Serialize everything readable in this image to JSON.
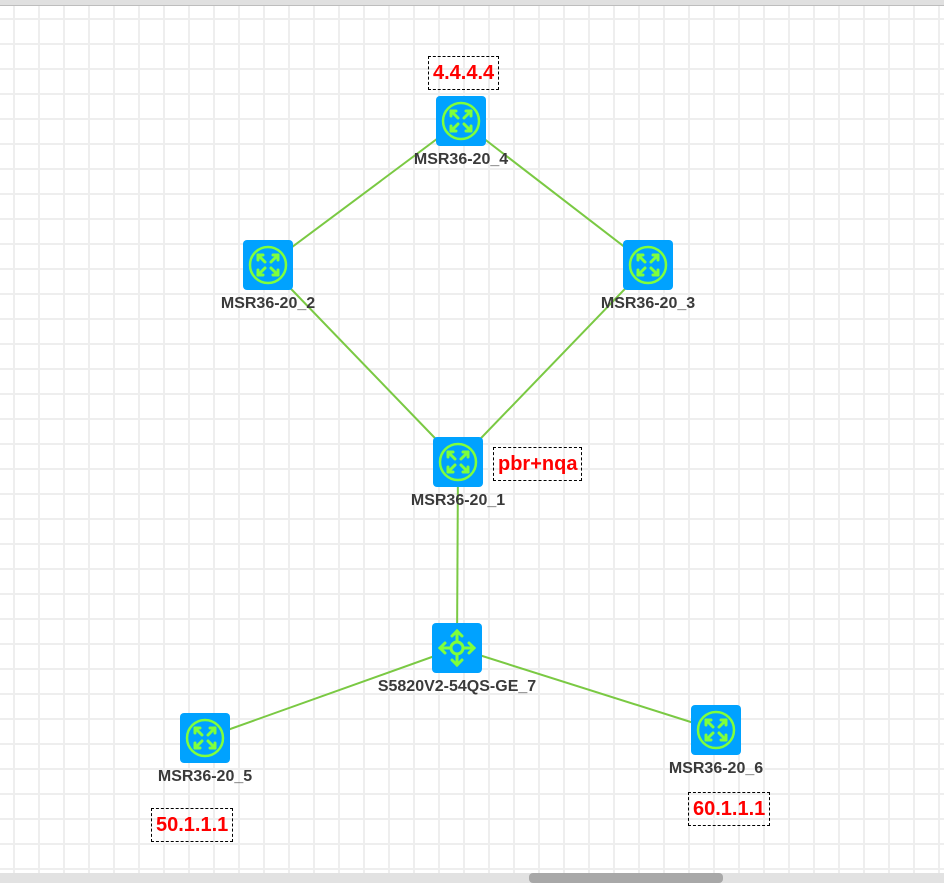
{
  "diagram": {
    "colors": {
      "node_fill": "#00a2ff",
      "icon_stroke": "#7fff3c",
      "link": "#7ac943",
      "annotation_text": "#ff0000",
      "label_text": "#3a3a3a"
    },
    "nodes": [
      {
        "id": "msr4",
        "label": "MSR36-20_4",
        "type": "router"
      },
      {
        "id": "msr2",
        "label": "MSR36-20_2",
        "type": "router"
      },
      {
        "id": "msr3",
        "label": "MSR36-20_3",
        "type": "router"
      },
      {
        "id": "msr1",
        "label": "MSR36-20_1",
        "type": "router"
      },
      {
        "id": "sw7",
        "label": "S5820V2-54QS-GE_7",
        "type": "switch"
      },
      {
        "id": "msr5",
        "label": "MSR36-20_5",
        "type": "router"
      },
      {
        "id": "msr6",
        "label": "MSR36-20_6",
        "type": "router"
      }
    ],
    "links": [
      {
        "from": "msr4",
        "to": "msr2"
      },
      {
        "from": "msr4",
        "to": "msr3"
      },
      {
        "from": "msr2",
        "to": "msr1"
      },
      {
        "from": "msr3",
        "to": "msr1"
      },
      {
        "from": "msr1",
        "to": "sw7"
      },
      {
        "from": "sw7",
        "to": "msr5"
      },
      {
        "from": "sw7",
        "to": "msr6"
      }
    ],
    "annotations": [
      {
        "id": "ann-msr4",
        "text": "4.4.4.4",
        "attached_to": "msr4"
      },
      {
        "id": "ann-msr1",
        "text": "pbr+nqa",
        "attached_to": "msr1"
      },
      {
        "id": "ann-msr5",
        "text": "50.1.1.1",
        "attached_to": "msr5"
      },
      {
        "id": "ann-msr6",
        "text": "60.1.1.1",
        "attached_to": "msr6"
      }
    ]
  }
}
